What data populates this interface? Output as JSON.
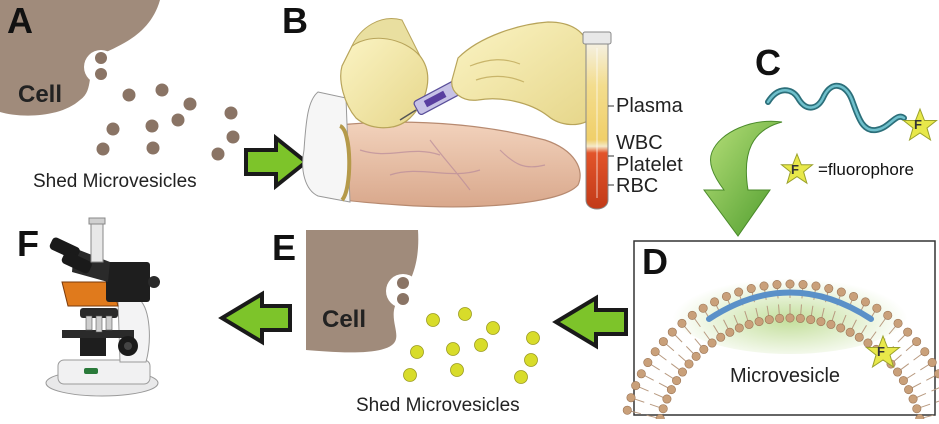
{
  "panels": {
    "a": {
      "letter": "A",
      "cell_label": "Cell",
      "caption": "Shed Microvesicles"
    },
    "b": {
      "letter": "B",
      "tube_labels": {
        "plasma": "Plasma",
        "wbc": "WBC",
        "platelet": "Platelet",
        "rbc": "RBC"
      }
    },
    "c": {
      "letter": "C",
      "star_glyph": "F",
      "legend_text": "=fluorophore"
    },
    "d": {
      "letter": "D",
      "star_glyph": "F",
      "vesicle_label": "Microvesicle"
    },
    "e": {
      "letter": "E",
      "cell_label": "Cell",
      "caption": "Shed Microvesicles"
    },
    "f": {
      "letter": "F"
    }
  },
  "colors": {
    "cell_fill": "#a08b7b",
    "brown_vesicle": "#8a7465",
    "yellow_vesicle": "#d8dc2a",
    "arrow_green": "#7dc42a",
    "curved_arrow_green": "#6db83a",
    "star_yellow": "#e8e84a",
    "peptide_teal": "#3a9aa8",
    "membrane_head": "#c9a07a",
    "glow_green": "#b9d98a",
    "band_blue": "#5a90c8",
    "plasma_yellow": "#f2d98a",
    "rbc_red": "#d8451e"
  },
  "icons": [
    "right-arrow-icon",
    "left-arrow-icon",
    "curved-down-arrow-icon",
    "fluorophore-star-icon",
    "microscope-icon",
    "syringe-icon",
    "blood-tube-icon"
  ]
}
